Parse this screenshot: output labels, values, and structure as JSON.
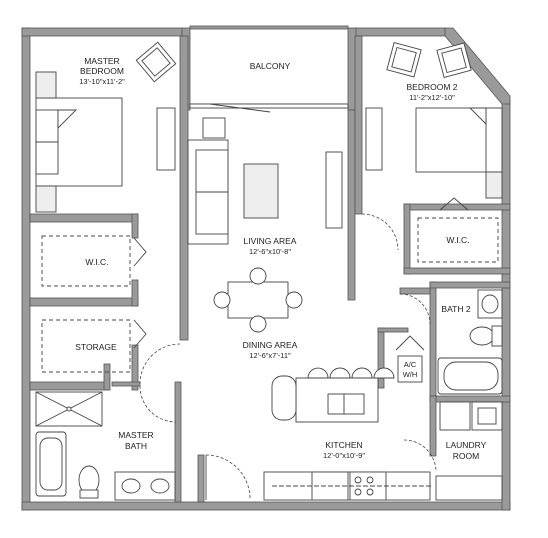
{
  "rooms": {
    "master_bedroom": {
      "name_line1": "MASTER",
      "name_line2": "BEDROOM",
      "dims": "13'-10\"x11'-2\""
    },
    "balcony": {
      "name": "BALCONY"
    },
    "bedroom2": {
      "name": "BEDROOM 2",
      "dims": "11'-2\"x12'-10\""
    },
    "living_area": {
      "name": "LIVING AREA",
      "dims": "12'-6\"x10'-8\""
    },
    "dining_area": {
      "name": "DINING AREA",
      "dims": "12'-6\"x7'-11\""
    },
    "wic_master": {
      "name": "W.I.C."
    },
    "wic_bed2": {
      "name": "W.I.C."
    },
    "storage": {
      "name": "STORAGE"
    },
    "bath2": {
      "name": "BATH 2"
    },
    "ac": {
      "line1": "A/C",
      "line2": "W/H"
    },
    "master_bath": {
      "line1": "MASTER",
      "line2": "BATH"
    },
    "kitchen": {
      "name": "KITCHEN",
      "dims": "12'-0\"x10'-9\""
    },
    "laundry": {
      "line1": "LAUNDRY",
      "line2": "ROOM"
    }
  },
  "colors": {
    "wall": "#9a9a9a",
    "outline": "#444444",
    "background": "#ffffff"
  }
}
